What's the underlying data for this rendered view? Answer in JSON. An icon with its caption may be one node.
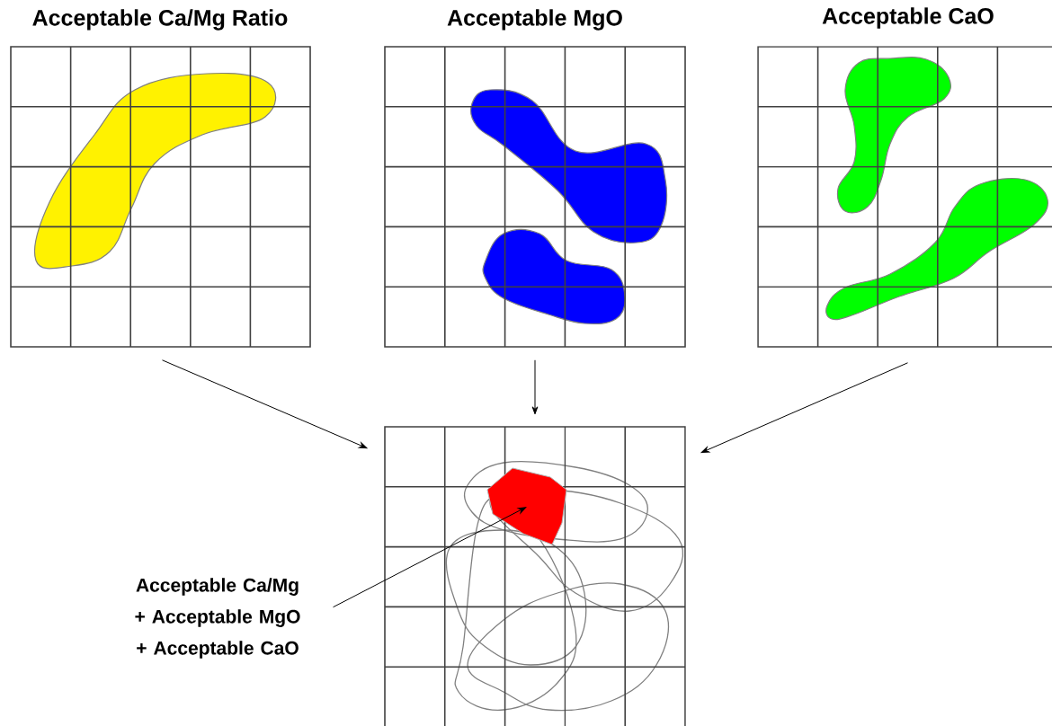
{
  "diagram": {
    "nodes": [
      {
        "text": [
          "Acceptable Ca/Mg Ratio"
        ]
      },
      {
        "text": [
          "Acceptable MgO"
        ]
      },
      {
        "text": [
          "Acceptable CaO"
        ]
      },
      {
        "text": [],
        "shape": "picture"
      },
      {
        "text": [],
        "shape": "picture",
        "in": 3
      },
      {
        "text": [
          "Acceptable Ca/Mg + Acceptable MgO + Acceptable CaO"
        ]
      }
    ],
    "edges": [
      {
        "from": 0,
        "to": 3,
        "arrow": "to"
      },
      {
        "from": 1,
        "to": 3,
        "arrow": "to"
      },
      {
        "from": 2,
        "to": 3,
        "arrow": "to"
      },
      {
        "from": 5,
        "to": 4,
        "arrow": "to"
      }
    ]
  }
}
